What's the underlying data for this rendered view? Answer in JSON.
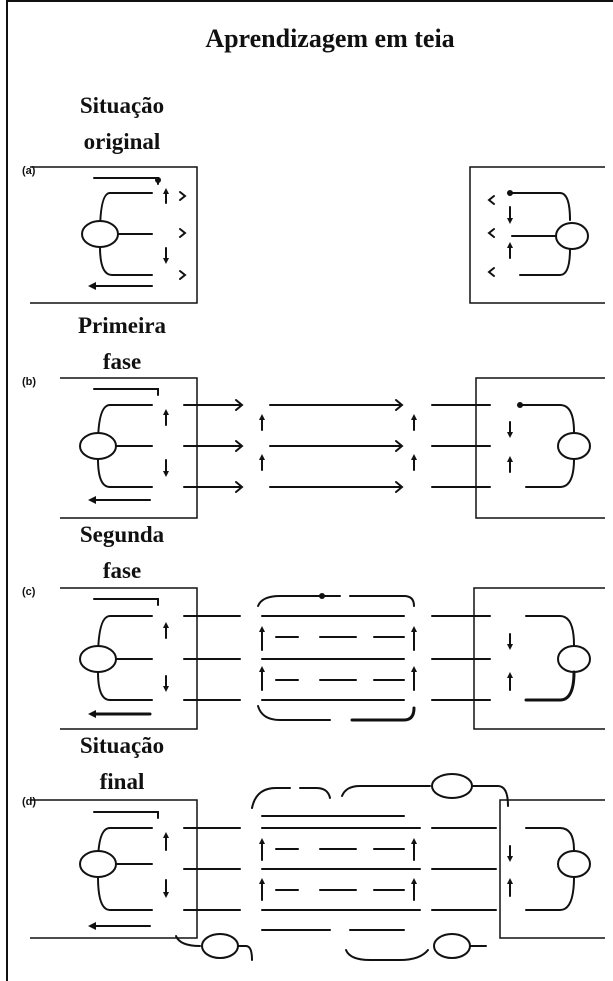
{
  "title": "Aprendizagem em teia",
  "stages": [
    {
      "line1": "Situação",
      "line2": "original",
      "tag": "(a)"
    },
    {
      "line1": "Primeira",
      "line2": "fase",
      "tag": "(b)"
    },
    {
      "line1": "Segunda",
      "line2": "fase",
      "tag": "(c)"
    },
    {
      "line1": "Situação",
      "line2": "final",
      "tag": "(d)"
    }
  ]
}
